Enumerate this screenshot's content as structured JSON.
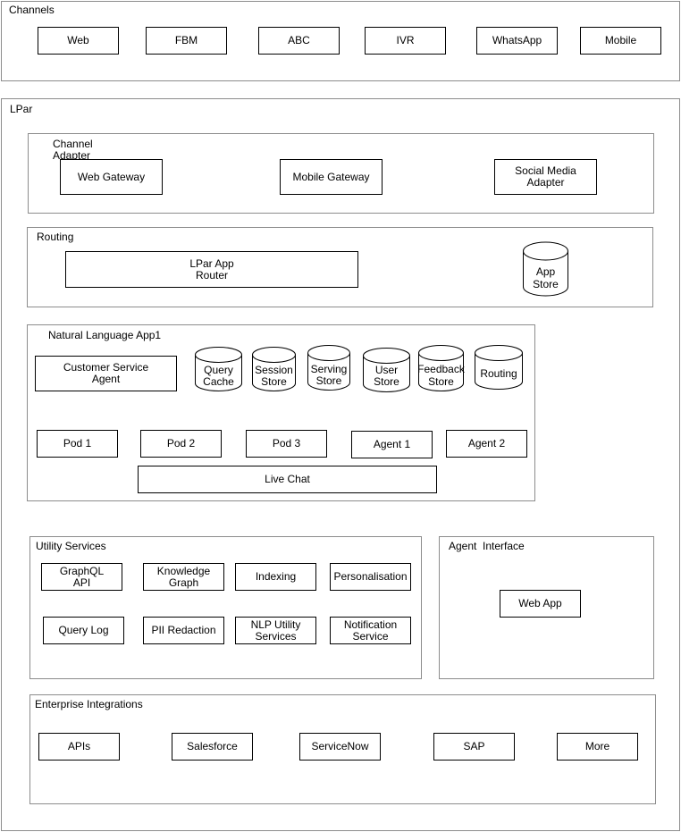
{
  "channels": {
    "label": "Channels",
    "items": [
      "Web",
      "FBM",
      "ABC",
      "IVR",
      "WhatsApp",
      "Mobile"
    ]
  },
  "lpar": {
    "label": "LPar",
    "channel_adapter": {
      "label": "Channel\nAdapter",
      "web_gateway": "Web Gateway",
      "mobile_gateway": "Mobile Gateway",
      "social_media_adapter": "Social Media\nAdapter"
    },
    "routing": {
      "label": "Routing",
      "app_router": "LPar App\nRouter",
      "app_store": [
        "App",
        "Store"
      ]
    },
    "nl_app": {
      "label": "Natural Language App1",
      "customer_service_agent": "Customer Service\nAgent",
      "stores": [
        [
          "Query",
          "Cache"
        ],
        [
          "Session",
          "Store"
        ],
        [
          "Serving",
          "Store"
        ],
        [
          "User",
          "Store"
        ],
        [
          "Feedback",
          "Store"
        ],
        [
          "Routing"
        ]
      ],
      "pod1": "Pod 1",
      "pod2": "Pod 2",
      "pod3": "Pod 3",
      "agent1": "Agent 1",
      "agent2": "Agent 2",
      "live_chat": "Live Chat"
    },
    "utility": {
      "label": "Utility Services",
      "graphql": "GraphQL\nAPI",
      "knowledge_graph": "Knowledge\nGraph",
      "indexing": "Indexing",
      "personalisation": "Personalisation",
      "query_log": "Query Log",
      "pii_redaction": "PII Redaction",
      "nlp_utility": "NLP Utility\nServices",
      "notification": "Notification\nService"
    },
    "agent_interface": {
      "label": "Agent  Interface",
      "web_app": "Web App"
    },
    "enterprise": {
      "label": "Enterprise Integrations",
      "items": [
        "APIs",
        "Salesforce",
        "ServiceNow",
        "SAP",
        "More"
      ]
    }
  }
}
